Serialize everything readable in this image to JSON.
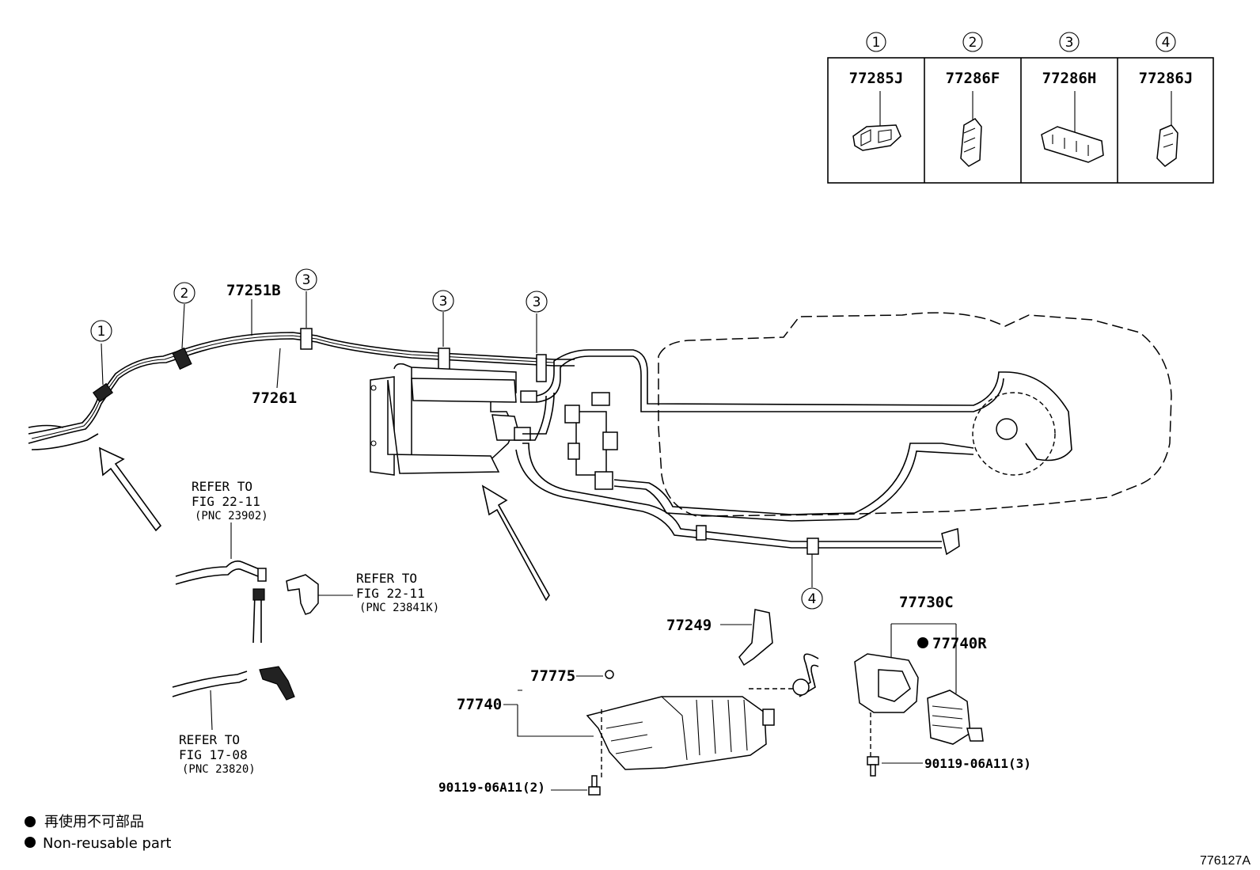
{
  "clip_table": [
    {
      "num": "1",
      "part": "77285J"
    },
    {
      "num": "2",
      "part": "77286F"
    },
    {
      "num": "3",
      "part": "77286H"
    },
    {
      "num": "4",
      "part": "77286J"
    }
  ],
  "callouts": {
    "c1": "1",
    "c2": "2",
    "c3a": "3",
    "c3b": "3",
    "c3c": "3",
    "c4": "4"
  },
  "part_numbers": {
    "p77251B": "77251B",
    "p77261": "77261",
    "p77249": "77249",
    "p77730C": "77730C",
    "p77740R": "77740R",
    "p77775": "77775",
    "p77740": "77740",
    "bolt2": "90119-06A11(2)",
    "bolt3": "90119-06A11(3)"
  },
  "refer_notes": [
    {
      "line1": "REFER TO",
      "line2": "FIG 22-11",
      "line3": "(PNC 23902)"
    },
    {
      "line1": "REFER TO",
      "line2": "FIG 22-11",
      "line3": "(PNC 23841K)"
    },
    {
      "line1": "REFER TO",
      "line2": "FIG 17-08",
      "line3": "(PNC 23820)"
    }
  ],
  "legend": {
    "jp": "再使用不可部品",
    "en": "Non-reusable part"
  },
  "figure_id": "776127A"
}
